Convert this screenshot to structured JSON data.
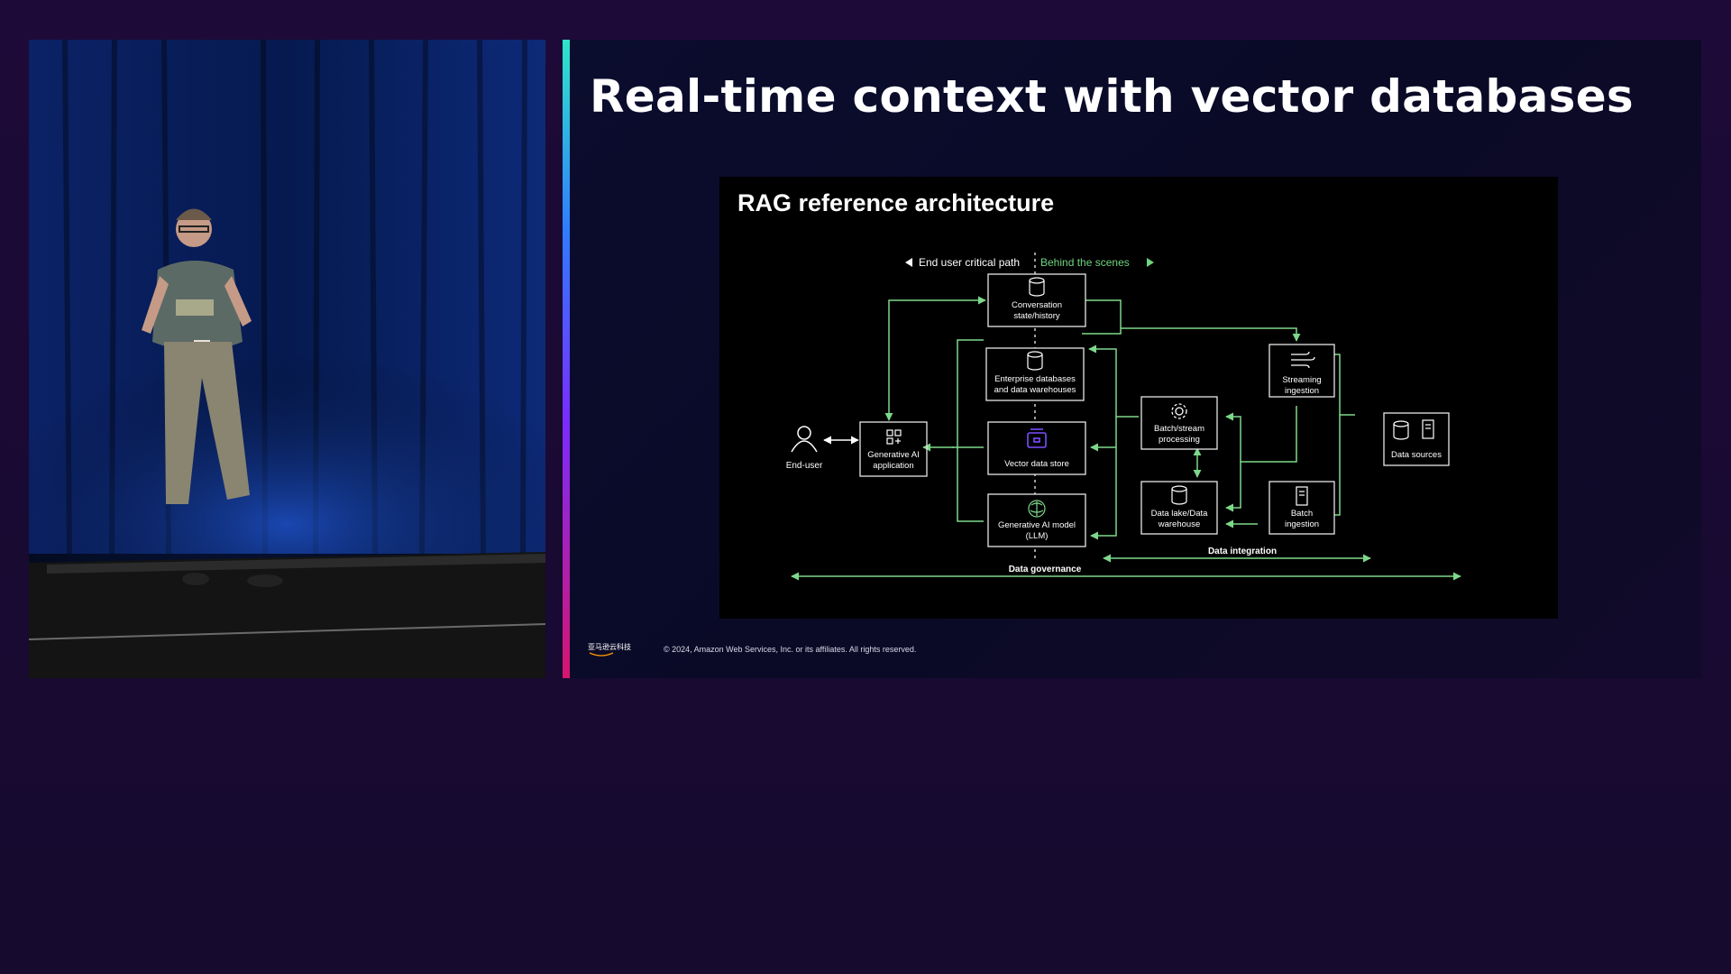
{
  "slide": {
    "title": "Real-time context with vector databases",
    "copyright": "© 2024, Amazon Web Services, Inc. or its affiliates. All rights reserved.",
    "logo_text": "亚马逊云科技",
    "accent_colors": [
      "#2ee6c8",
      "#2f7cff",
      "#7a2cff",
      "#d6156e"
    ]
  },
  "diagram": {
    "title": "RAG reference architecture",
    "legend": {
      "critical_path": "End user critical path",
      "behind_scenes": "Behind the scenes"
    },
    "nodes": {
      "end_user": {
        "label": "End-user",
        "icon": "user-icon"
      },
      "gen_ai_app": {
        "label_1": "Generative AI",
        "label_2": "application",
        "icon": "app-grid-icon"
      },
      "conversation": {
        "label_1": "Conversation",
        "label_2": "state/history",
        "icon": "database-icon"
      },
      "enterprise_db": {
        "label_1": "Enterprise databases",
        "label_2": "and data warehouses",
        "icon": "database-icon"
      },
      "vector_store": {
        "label_1": "Vector data store",
        "icon": "vector-store-icon"
      },
      "gen_ai_model": {
        "label_1": "Generative AI model",
        "label_2": "(LLM)",
        "icon": "brain-icon"
      },
      "batch_stream": {
        "label_1": "Batch/stream",
        "label_2": "processing",
        "icon": "gear-icon"
      },
      "data_lake": {
        "label_1": "Data lake/Data",
        "label_2": "warehouse",
        "icon": "database-icon"
      },
      "streaming": {
        "label_1": "Streaming",
        "label_2": "ingestion",
        "icon": "streaming-icon"
      },
      "batch_ingestion": {
        "label_1": "Batch",
        "label_2": "ingestion",
        "icon": "server-icon"
      },
      "data_sources": {
        "label_1": "Data sources",
        "icon": "database-server-icon"
      }
    },
    "bands": {
      "integration": "Data integration",
      "governance": "Data governance"
    },
    "colors": {
      "arrow_green": "#7dd98a",
      "legend_green": "#6fd47f",
      "box_border": "#e6e6e6",
      "vector_icon": "#7b4cff"
    }
  }
}
